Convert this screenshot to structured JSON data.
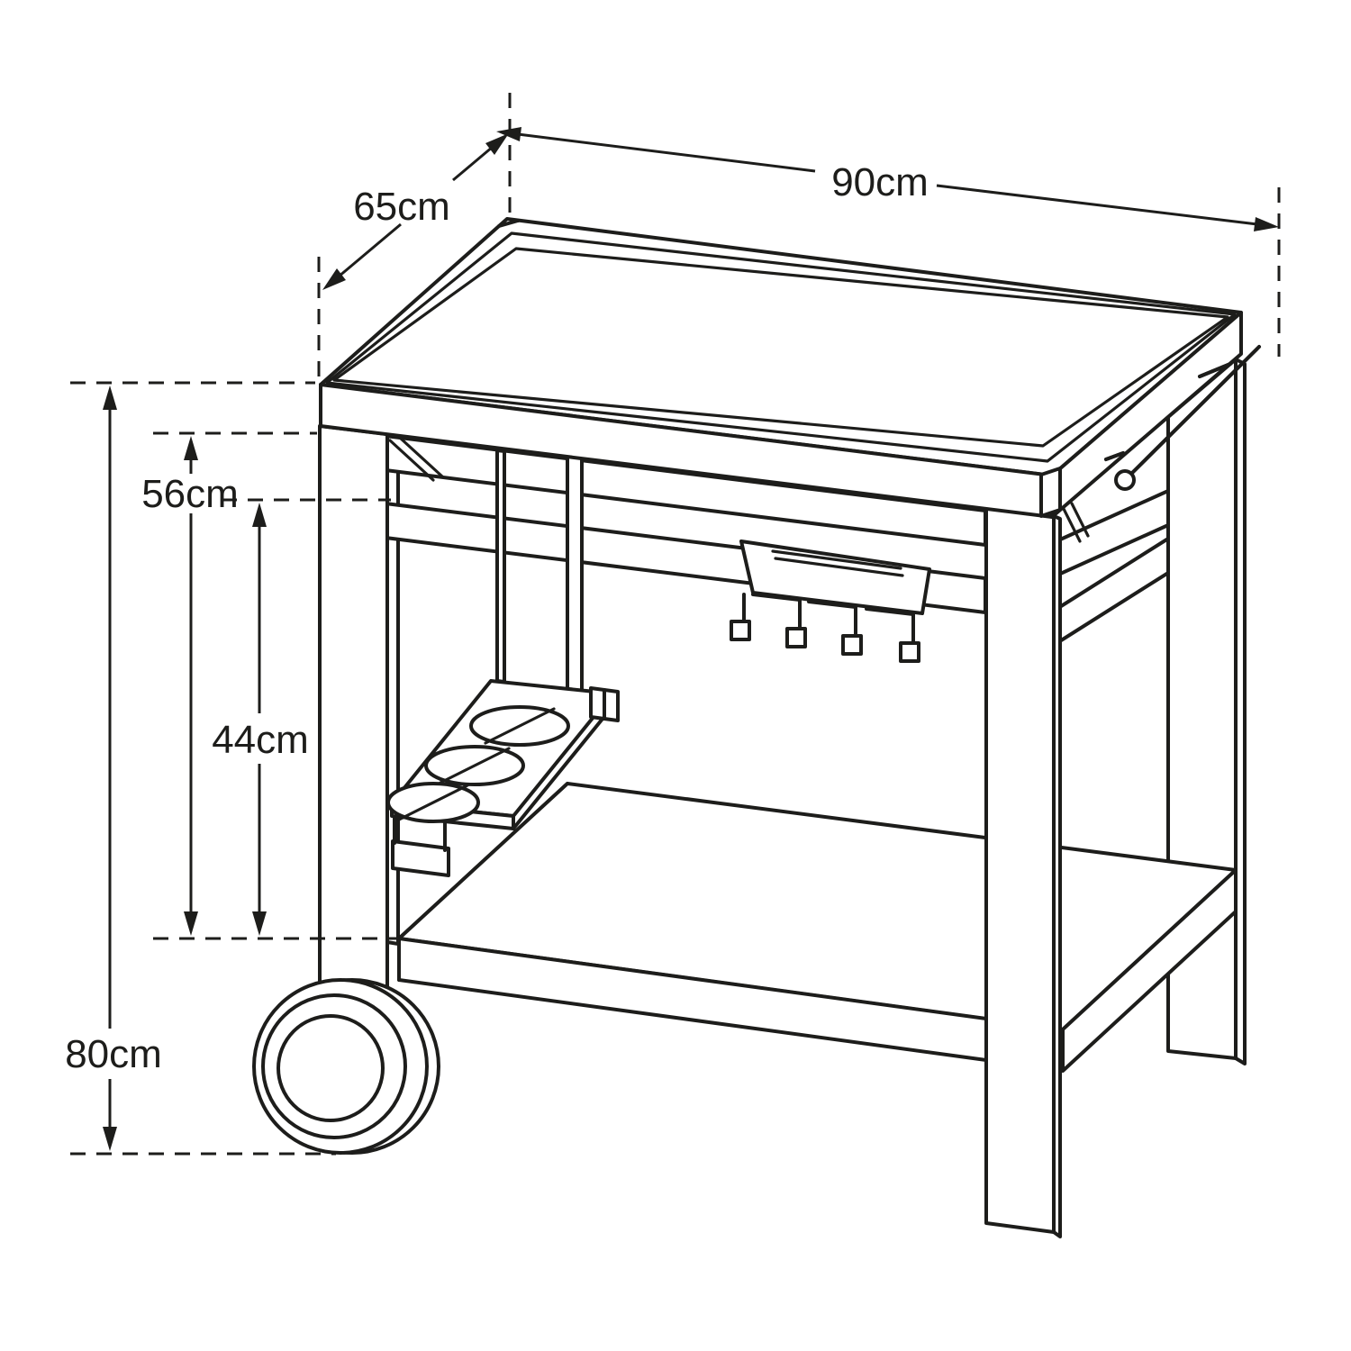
{
  "diagram": {
    "type": "technical-dimension-drawing",
    "subject": "outdoor serving trolley / barbecue side cart, isometric line drawing",
    "colors": {
      "line": "#1d1d1b",
      "background": "#ffffff"
    },
    "dimension_labels": {
      "top_length": "90cm",
      "top_depth": "65cm",
      "apron_height": "56cm",
      "shelf_clearance": "44cm",
      "total_height": "80cm"
    },
    "dimensions_cm": {
      "top_length": 90,
      "top_depth": 65,
      "apron_height": 56,
      "shelf_clearance": 44,
      "total_height": 80
    },
    "features": [
      "rimmed tabletop",
      "front apron rail",
      "middle stretcher with 4-hook rail",
      "3-ring bottle holder",
      "bottom shelf",
      "side wheel",
      "push handle with two pegs"
    ]
  }
}
